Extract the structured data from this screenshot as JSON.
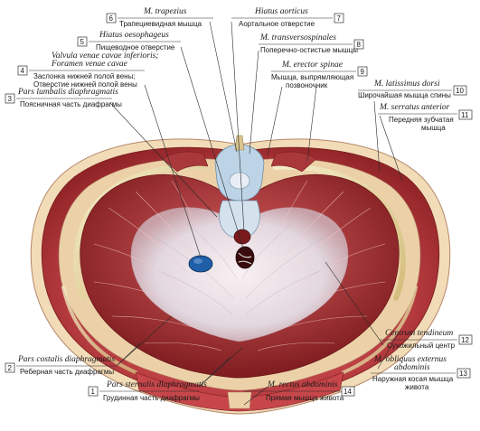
{
  "figure": {
    "labels": [
      {
        "num": "1",
        "latin": "Pars sternalis diaphragmatis",
        "russian": "Грудинная часть диафрагмы"
      },
      {
        "num": "2",
        "latin": "Pars costalis diaphragmatis",
        "russian": "Реберная часть диафрагмы"
      },
      {
        "num": "3",
        "latin": "Pars lumbalis diaphragmatis",
        "russian": "Поясничная часть диафрагмы"
      },
      {
        "num": "4",
        "latin": "Valvula venae cavae inferioris;",
        "latin2": "Foramen venae cavae",
        "russian": "Заслонка нижней полой вены;",
        "russian2": "Отверстие нижней полой вены"
      },
      {
        "num": "5",
        "latin": "Hiatus oesophageus",
        "russian": "Пищеводное отверстие"
      },
      {
        "num": "6",
        "latin": "M. trapezius",
        "russian": "Трапециевидная мышца"
      },
      {
        "num": "7",
        "latin": "Hiatus aorticus",
        "russian": "Аортальное отверстие"
      },
      {
        "num": "8",
        "latin": "M. transversospinales",
        "russian": "Поперечно-остистые мышцы"
      },
      {
        "num": "9",
        "latin": "M. erector spinae",
        "russian": "Мышца, выпрямляющая",
        "russian2": "позвоночник"
      },
      {
        "num": "10",
        "latin": "M. latissimus dorsi",
        "russian": "Широчайшая мышца спины"
      },
      {
        "num": "11",
        "latin": "M. serratus anterior",
        "russian": "Передняя зубчатая",
        "russian2": "мышца"
      },
      {
        "num": "12",
        "latin": "Centrum tendineum",
        "russian": "Сухожильный центр"
      },
      {
        "num": "13",
        "latin": "M. obliquus externus",
        "latin2": "abdominis",
        "russian": "Наружная косая мышца",
        "russian2": "живота"
      },
      {
        "num": "14",
        "latin": "M. rectus abdominis",
        "russian": "Прямая мышца живота"
      }
    ]
  },
  "colors": {
    "muscle": "#c6464a",
    "muscle_dark": "#8f2326",
    "tendon": "#e9e4ea",
    "bone": "#e8d9a8",
    "fat": "#f2dcb8",
    "vessel": "#1f5fa8"
  }
}
